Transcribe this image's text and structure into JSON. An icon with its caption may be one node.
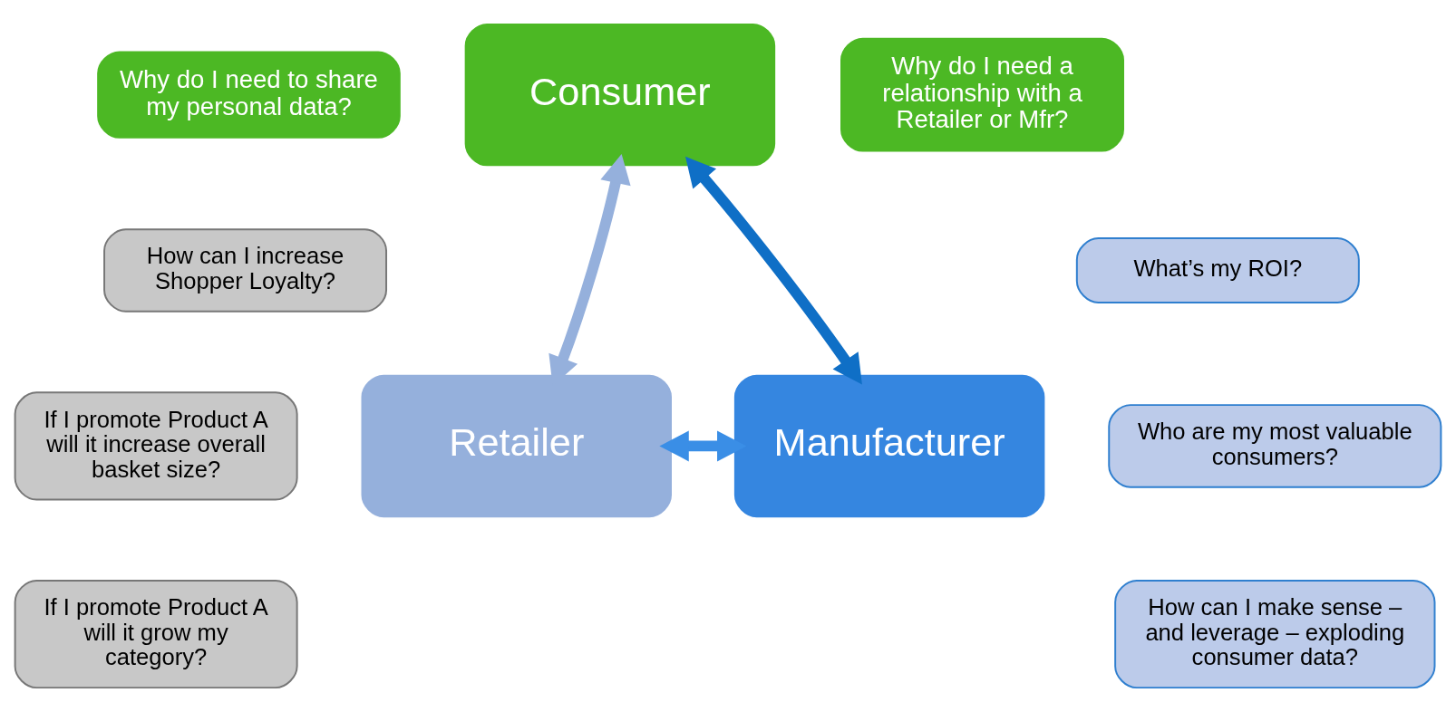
{
  "diagram": {
    "nodes": [
      {
        "text": [
          "Consumer"
        ]
      },
      {
        "text": [
          "Retailer"
        ]
      },
      {
        "text": [
          "Manufacturer"
        ]
      },
      {
        "text": [
          "Why do I need to share my personal data?"
        ]
      },
      {
        "text": [
          "Why do I need a relationship with a Retailer or Mfr?"
        ]
      },
      {
        "text": [
          "How can I increase Shopper Loyalty?"
        ]
      },
      {
        "text": [
          "If I promote Product A will it increase overall basket size?"
        ]
      },
      {
        "text": [
          "If I promote Product A will it grow my category?"
        ]
      },
      {
        "text": [
          "What’s my ROI?"
        ]
      },
      {
        "text": [
          "Who are my most valuable consumers?"
        ]
      },
      {
        "text": [
          "How can I make sense – and leverage – exploding consumer data?"
        ]
      }
    ],
    "edges": [
      {
        "from": 1,
        "to": 0,
        "arrow": "both",
        "color": "#95b0dc"
      },
      {
        "from": 2,
        "to": 0,
        "arrow": "both",
        "color": "#0f6fc6"
      },
      {
        "from": 1,
        "to": 2,
        "arrow": "both",
        "color": "#3a8ee6"
      }
    ]
  }
}
